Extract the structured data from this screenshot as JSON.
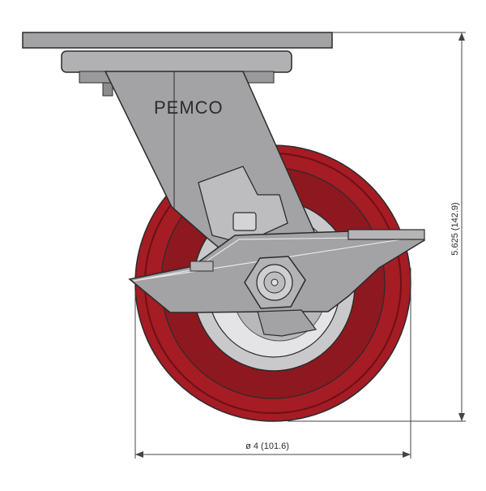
{
  "drawing": {
    "brand_label": "PEMCO",
    "height_dimension": "5.625 (142.9)",
    "width_dimension": "ø 4 (101.6)"
  },
  "colors": {
    "wheel_red": "#a51c24",
    "wheel_dark_red": "#6e0f16",
    "metal_gray": "#a3a3a5",
    "metal_light": "#c9c9cb",
    "outline": "#2b2b2b",
    "dimension_line": "#444444"
  }
}
